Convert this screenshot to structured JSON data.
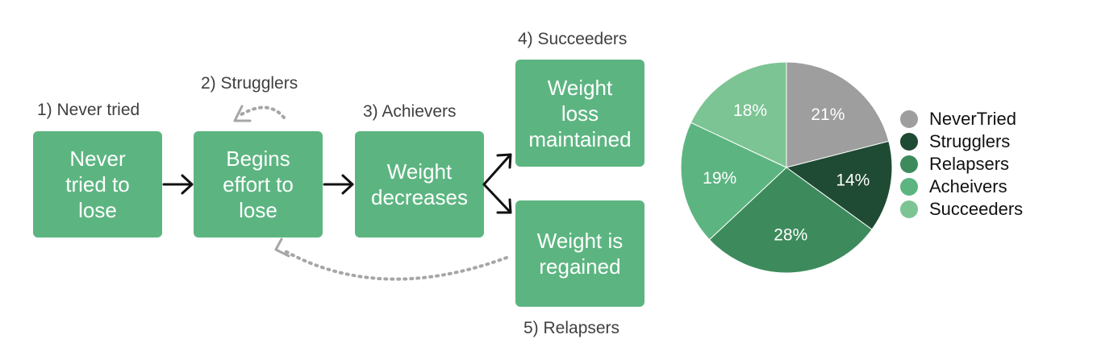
{
  "flow": {
    "stages": [
      {
        "label": "1) Never tried",
        "box_text": "Never\ntried to\nlose"
      },
      {
        "label": "2) Strugglers",
        "box_text": "Begins\neffort to\nlose"
      },
      {
        "label": "3) Achievers",
        "box_text": "Weight\ndecreases"
      },
      {
        "label": "4) Succeeders",
        "box_text": "Weight\nloss\nmaintained"
      },
      {
        "label": "5) Relapsers",
        "box_text": "Weight is\nregained"
      }
    ]
  },
  "chart_data": {
    "type": "pie",
    "slices": [
      {
        "name": "NeverTried",
        "value": 21,
        "label": "21%",
        "color": "#9e9e9e"
      },
      {
        "name": "Strugglers",
        "value": 14,
        "label": "14%",
        "color": "#1f4a33"
      },
      {
        "name": "Relapsers",
        "value": 28,
        "label": "28%",
        "color": "#3d8b5c"
      },
      {
        "name": "Acheivers",
        "value": 19,
        "label": "19%",
        "color": "#5cb581"
      },
      {
        "name": "Succeeders",
        "value": 18,
        "label": "18%",
        "color": "#7cc494"
      }
    ],
    "start_angle_deg": 0,
    "direction": "clockwise",
    "legend_position": "right"
  }
}
